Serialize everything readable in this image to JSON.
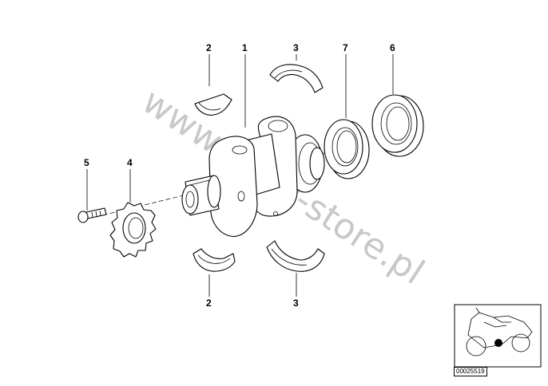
{
  "callouts": {
    "p1": "1",
    "p2_top": "2",
    "p3_top": "3",
    "p7": "7",
    "p6": "6",
    "p5": "5",
    "p4": "4",
    "p2_bottom": "2",
    "p3_bottom": "3"
  },
  "watermark": "www.BMW-store.pl",
  "reference_code": "00025519",
  "icons": {
    "crankshaft": "crankshaft-icon",
    "bearing_shell": "bearing-shell-icon",
    "shaft_seal": "shaft-seal-icon",
    "sprocket": "sprocket-icon",
    "bolt": "bolt-icon",
    "motorcycle": "motorcycle-thumbnail-icon"
  },
  "colors": {
    "line": "#000000",
    "watermark": "#c8c8c8",
    "marker": "#000000"
  }
}
